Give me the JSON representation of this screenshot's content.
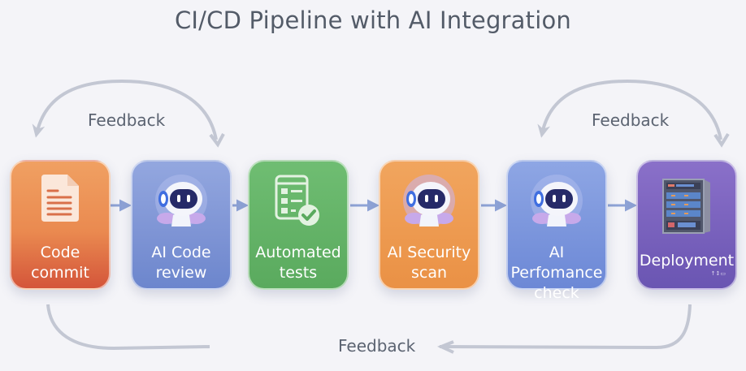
{
  "title": "CI/CD Pipeline with AI Integration",
  "stages": [
    {
      "label_line1": "Code",
      "label_line2": "commit",
      "icon": "document-icon",
      "color": "#ea8a50"
    },
    {
      "label_line1": "AI Code",
      "label_line2": "review",
      "icon": "robot-icon",
      "color": "#7d93d4"
    },
    {
      "label_line1": "Automated",
      "label_line2": "tests",
      "icon": "checklist-icon",
      "color": "#5aaa5e"
    },
    {
      "label_line1": "AI Security",
      "label_line2": "scan",
      "icon": "robot-icon",
      "color": "#ea9145"
    },
    {
      "label_line1": "AI Perfomance",
      "label_line2": "check",
      "icon": "robot-icon",
      "color": "#6c88d6"
    },
    {
      "label_line1": "Deployment",
      "label_line2": "",
      "icon": "server-rack-icon",
      "color": "#6a55b2",
      "footnote": "↑↕▭"
    }
  ],
  "feedback": {
    "left_label": "Feedback",
    "right_label": "Feedback",
    "bottom_label": "Feedback"
  },
  "colors": {
    "arrow": "#8ea3d6",
    "feedback_arrow": "#c3c7d3",
    "text": "#535b68"
  }
}
